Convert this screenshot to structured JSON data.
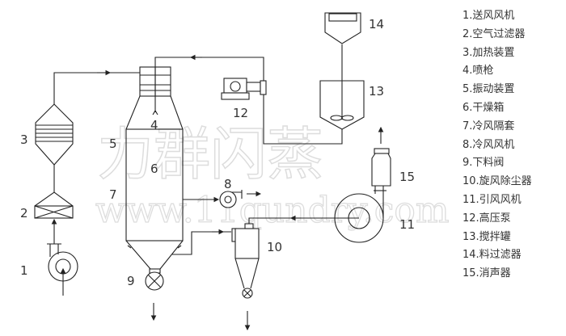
{
  "diagram": {
    "labels": [
      "1",
      "2",
      "3",
      "4",
      "5",
      "6",
      "7",
      "8",
      "9",
      "10",
      "11",
      "12",
      "13",
      "14",
      "15"
    ],
    "legend": [
      "1.送风风机",
      "2.空气过滤器",
      "3.加热装置",
      "4.喷枪",
      "5.振动装置",
      "6.干燥箱",
      "7.冷风隔套",
      "8.冷风风机",
      "9.下料阀",
      "10.旋风除尘器",
      "11.引风风机",
      "12.高压泵",
      "13.搅拌罐",
      "14.料过滤器",
      "15.消声器"
    ],
    "watermark": {
      "brand": "力群闪蒸",
      "url": "www.11qundry.com"
    }
  }
}
